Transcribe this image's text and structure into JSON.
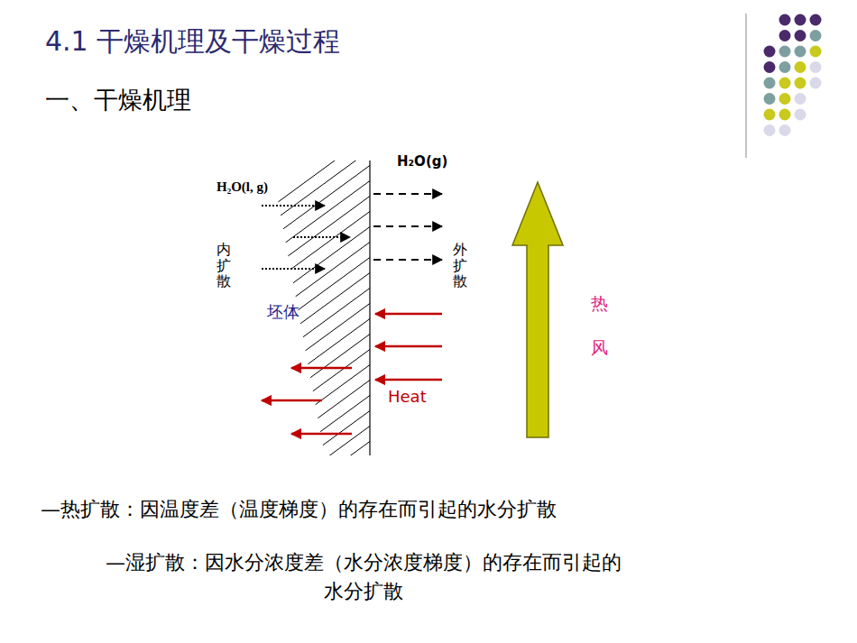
{
  "diagram": {
    "title": "4.1 干燥机理及干燥过程",
    "labels": [
      "一、干燥机理",
      "H₂O(l, g)",
      "H₂O(g)",
      "内扩散",
      "外扩散",
      "坯体",
      "Heat",
      "热风",
      "—热扩散：因温度差（温度梯度）的存在而引起的水分扩散",
      "—湿扩散：因水分浓度差（水分浓度梯度）的存在而引起的水分扩散"
    ]
  }
}
